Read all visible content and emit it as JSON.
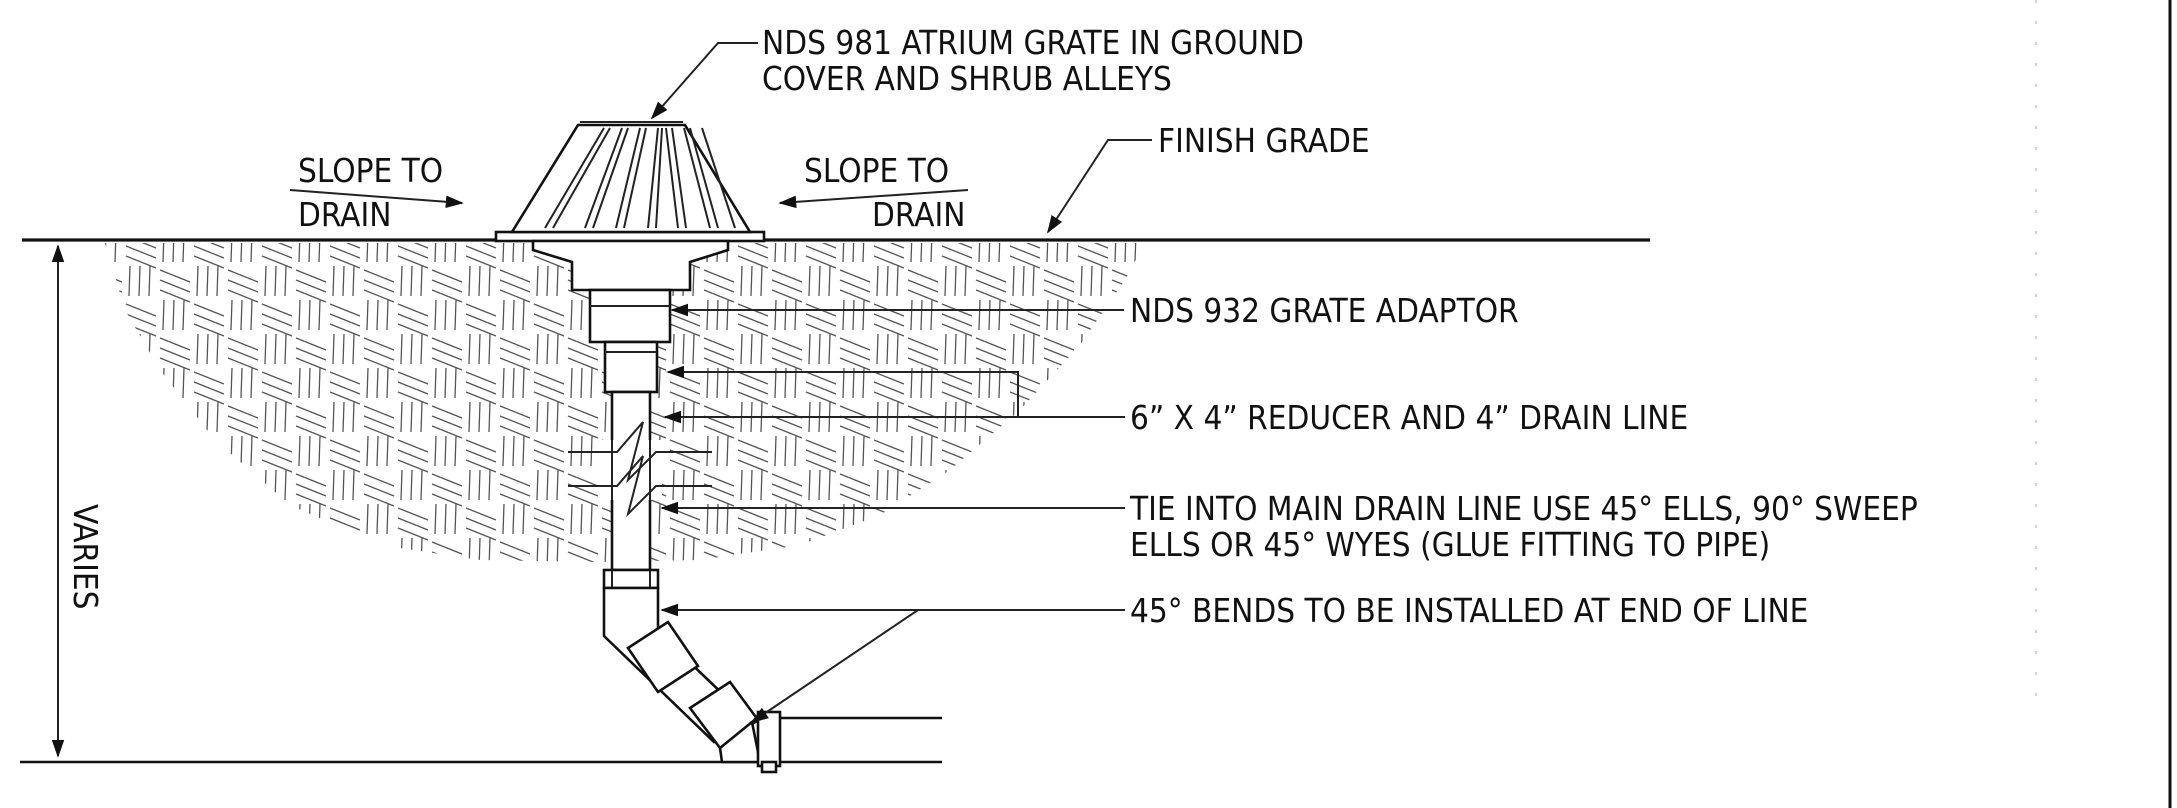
{
  "labels": {
    "grate_line1": "NDS 981 ATRIUM GRATE IN GROUND",
    "grate_line2": "COVER AND SHRUB ALLEYS",
    "finish_grade": "FINISH GRADE",
    "slope_left_1": "SLOPE TO",
    "slope_left_2": "DRAIN",
    "slope_right_1": "SLOPE TO",
    "slope_right_2": "DRAIN",
    "adaptor": "NDS 932 GRATE ADAPTOR",
    "reducer": "6” X 4” REDUCER AND 4” DRAIN LINE",
    "tie_line1": "TIE INTO MAIN DRAIN LINE USE 45° ELLS, 90° SWEEP",
    "tie_line2": "ELLS OR 45° WYES (GLUE FITTING TO PIPE)",
    "bends": "45° BENDS TO BE INSTALLED AT END OF LINE",
    "varies": "VARIES"
  }
}
